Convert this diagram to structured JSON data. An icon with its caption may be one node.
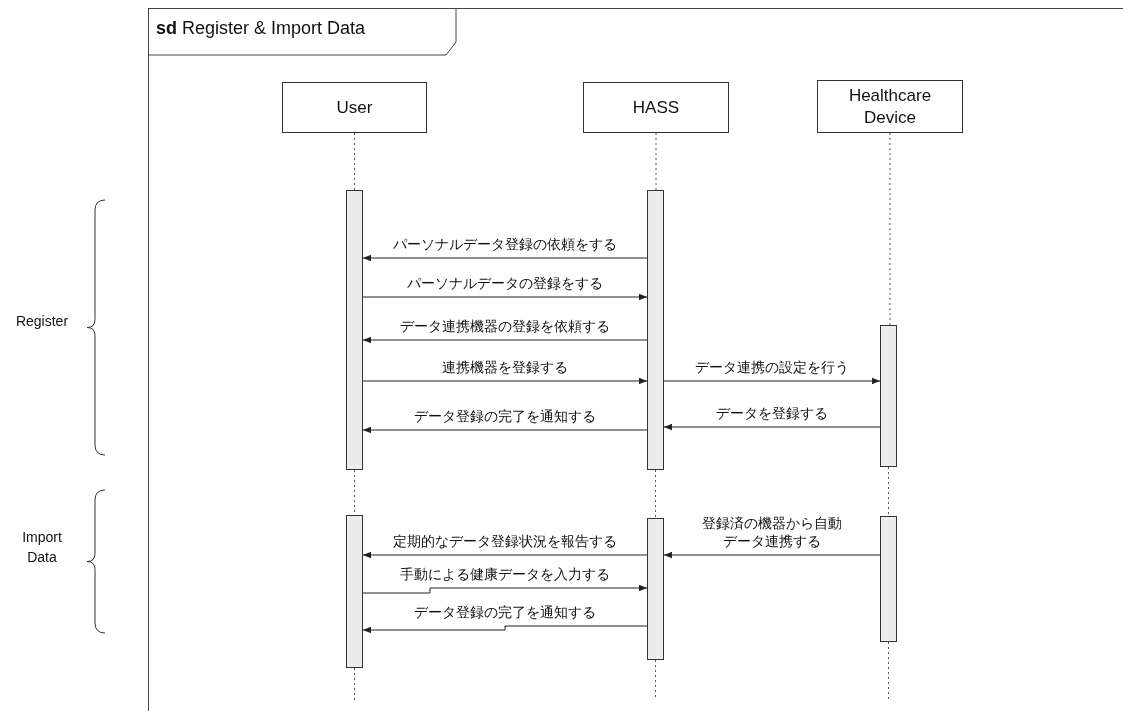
{
  "diagram": {
    "title": "**sd** Register & Import Data",
    "nodes": [
      {
        "text": [
          "User"
        ]
      },
      {
        "text": [
          "HASS"
        ]
      },
      {
        "text": [
          "Healthcare Device"
        ]
      },
      {
        "text": [],
        "shape": "bar"
      },
      {
        "text": [],
        "shape": "bar"
      },
      {
        "text": [],
        "shape": "bar"
      },
      {
        "text": [],
        "shape": "bar"
      },
      {
        "text": [],
        "shape": "bar"
      },
      {
        "text": [],
        "shape": "bar"
      }
    ],
    "edges": [
      {
        "from": 4,
        "to": 3,
        "arrow": "to",
        "label": "パーソナルデータ登録の依頼をする"
      },
      {
        "from": 3,
        "to": 4,
        "arrow": "to",
        "label": "パーソナルデータの登録をする"
      },
      {
        "from": 4,
        "to": 3,
        "arrow": "to",
        "label": "データ連携機器の登録を依頼する"
      },
      {
        "from": 3,
        "to": 4,
        "arrow": "to",
        "label": "連携機器を登録する"
      },
      {
        "from": 4,
        "to": 5,
        "arrow": "to",
        "label": "データ連携の設定を行う"
      },
      {
        "from": 4,
        "to": 3,
        "arrow": "to",
        "label": "データ登録の完了を通知する"
      },
      {
        "from": 5,
        "to": 4,
        "arrow": "to",
        "label": "データを登録する"
      },
      {
        "from": 7,
        "to": 6,
        "arrow": "to",
        "label": "定期的なデータ登録状況を報告する"
      },
      {
        "from": 8,
        "to": 7,
        "arrow": "to",
        "label": "登録済の機器から自動データ連携する"
      },
      {
        "from": 6,
        "to": 7,
        "arrow": "to",
        "label": "手動による健康データを入力する"
      },
      {
        "from": 7,
        "to": 6,
        "arrow": "to",
        "label": "データ登録の完了を通知する"
      },
      {
        "from": 0,
        "to": 3,
        "arrow": "none",
        "style": "dashed"
      },
      {
        "from": 3,
        "to": 6,
        "arrow": "none",
        "style": "dashed"
      },
      {
        "from": 6,
        "to": null,
        "arrow": "none",
        "style": "dashed"
      },
      {
        "from": 1,
        "to": 4,
        "arrow": "none",
        "style": "dashed"
      },
      {
        "from": 4,
        "to": 7,
        "arrow": "none",
        "style": "dashed"
      },
      {
        "from": 7,
        "to": null,
        "arrow": "none",
        "style": "dashed"
      },
      {
        "from": 2,
        "to": 5,
        "arrow": "none",
        "style": "dashed"
      },
      {
        "from": 5,
        "to": 8,
        "arrow": "none",
        "style": "dashed"
      },
      {
        "from": 8,
        "to": null,
        "arrow": "none",
        "style": "dashed"
      }
    ],
    "labels": [
      "Register",
      "Import Data"
    ]
  }
}
